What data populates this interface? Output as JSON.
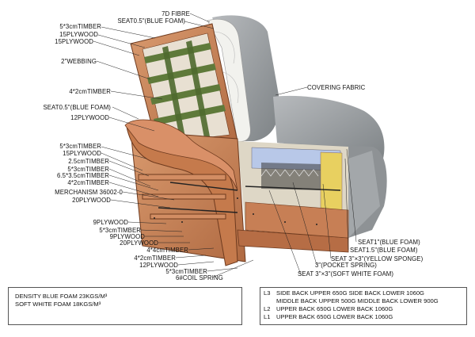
{
  "labels_left": [
    {
      "id": "timber-5x3-top",
      "text": "5*3cmTIMBER"
    },
    {
      "id": "plywood-15-a",
      "text": "15PLYWOOD"
    },
    {
      "id": "plywood-15-b",
      "text": "15PLYWOOD"
    },
    {
      "id": "webbing",
      "text": "2\"WEBBING"
    },
    {
      "id": "timber-4x2",
      "text": "4*2cmTIMBER"
    },
    {
      "id": "seat-blue-foam",
      "text": "SEAT0.5\"(BLUE FOAM)"
    },
    {
      "id": "plywood-12",
      "text": "12PLYWOOD"
    },
    {
      "id": "timber-5x3-mid",
      "text": "5*3cmTIMBER"
    },
    {
      "id": "plywood-15-c",
      "text": "15PLYWOOD"
    },
    {
      "id": "timber-2-5",
      "text": "2.5cmTIMBER"
    },
    {
      "id": "timber-5x3-b",
      "text": "5*3cmTIMBER"
    },
    {
      "id": "timber-6-5",
      "text": "6.5*3.5cmTIMBER"
    },
    {
      "id": "timber-4x2-b",
      "text": "4*2cmTIMBER"
    },
    {
      "id": "merchanism",
      "text": "MERCHANISM 36002-0"
    },
    {
      "id": "plywood-20",
      "text": "20PLYWOOD"
    },
    {
      "id": "plywood-9-a",
      "text": "9PLYWOOD"
    },
    {
      "id": "timber-5x3-c",
      "text": "5*3cmTIMBER"
    },
    {
      "id": "plywood-9-b",
      "text": "9PLYWOOD"
    },
    {
      "id": "plywood-20-b",
      "text": "20PLYWOOD"
    },
    {
      "id": "timber-4x4",
      "text": "4*4cmTIMBER"
    },
    {
      "id": "timber-4x2-c",
      "text": "4*2cmTIMBER"
    },
    {
      "id": "plywood-12-b",
      "text": "12PLYWOOD"
    },
    {
      "id": "timber-5x3-d",
      "text": "5*3cmTIMBER"
    },
    {
      "id": "coil-spring",
      "text": "6#COIL  SPRING"
    }
  ],
  "labels_top": [
    {
      "id": "fibre",
      "text": "7D FIBRE"
    },
    {
      "id": "seat-blue-foam-top",
      "text": "SEAT0.5\"(BLUE FOAM)"
    }
  ],
  "labels_right": [
    {
      "id": "covering-fabric",
      "text": "COVERING FABRIC"
    },
    {
      "id": "seat-1-blue",
      "text": "SEAT1\"(BLUE FOAM)"
    },
    {
      "id": "seat-1-5-blue",
      "text": "SEAT1.5\"(BLUE FOAM)"
    },
    {
      "id": "seat-yellow",
      "text": "SEAT 3\"×3\"(YELLOW SPONGE)"
    },
    {
      "id": "pocket-spring",
      "text": "3\"(POCKET SPRING)"
    },
    {
      "id": "seat-white",
      "text": "SEAT 3\"×3\"(SOFT WHITE FOAM)"
    }
  ],
  "density_box": {
    "line1": "DENSITY  BLUE  FOAM 23KGS/M³",
    "line2": "SOFT  WHITE FOAM  18KGS/M³"
  },
  "layers_box": [
    {
      "level": "L3",
      "text": "SIDE BACK UPPER 650G   SIDE BACK LOWER 1060G"
    },
    {
      "level": "",
      "text": "MIDDLE BACK UPPER 500G  MIDDLE BACK LOWER 900G"
    },
    {
      "level": "L2",
      "text": "UPPER BACK 650G     LOWER BACK 1060G"
    },
    {
      "level": "L1",
      "text": "UPPER BACK 650G     LOWER BACK 1060G"
    }
  ],
  "colors": {
    "fabric": "#9a9ea2",
    "wood": "#c9825a",
    "wood_dark": "#8a4f2e",
    "webbing": "#5f7a3a",
    "blue_foam": "#b8c8e8",
    "yellow_sponge": "#e8d060"
  }
}
